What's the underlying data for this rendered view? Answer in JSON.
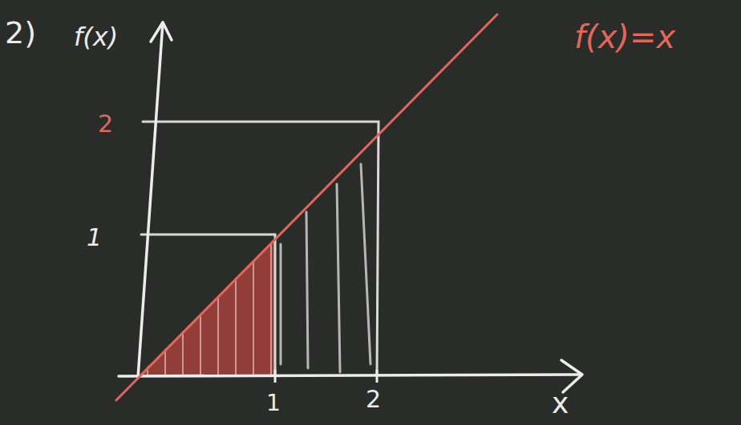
{
  "diagram": {
    "labels": [
      "2)",
      "f(x)",
      "f(x)=x",
      "2",
      "1",
      "1",
      "2",
      "x"
    ]
  }
}
